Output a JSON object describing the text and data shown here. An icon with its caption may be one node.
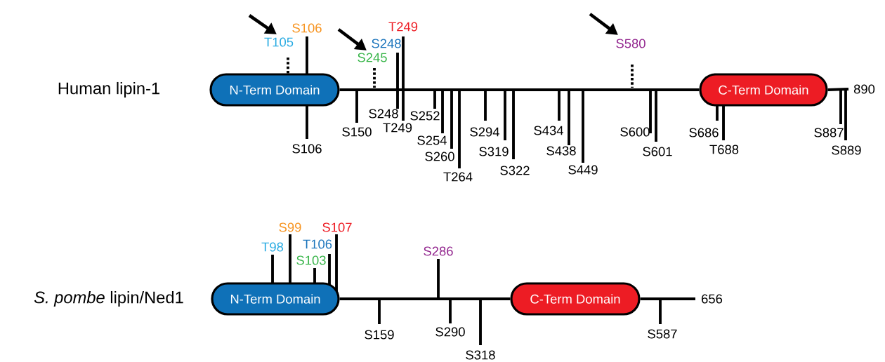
{
  "diagram": {
    "nodes": [
      {
        "text": [
          "N-Term Domain"
        ],
        "beside": [
          "T105",
          "S106",
          "S106"
        ]
      },
      {
        "text": [
          "C-Term Domain"
        ],
        "beside": [
          "S686",
          "T688"
        ]
      },
      {
        "text": [
          "N-Term Domain"
        ],
        "beside": [
          "T98",
          "S99",
          "S103",
          "T106",
          "S107"
        ]
      },
      {
        "text": [
          "C-Term Domain"
        ]
      }
    ],
    "edges": [
      {
        "from": 0,
        "to": 1,
        "arrow": "none"
      },
      {
        "from": 2,
        "to": 3,
        "arrow": "none"
      }
    ],
    "labels": [
      "Human lipin-1",
      "S245",
      "S248",
      "T249",
      "S580",
      "S150",
      "S248",
      "T249",
      "S252",
      "S254",
      "S260",
      "T264",
      "S294",
      "S319",
      "S322",
      "S434",
      "S438",
      "S449",
      "S600",
      "S601",
      "S887",
      "S889",
      "890",
      "*S. pombe* lipin/Ned1",
      "S286",
      "S159",
      "S290",
      "S318",
      "S587",
      "656"
    ]
  }
}
